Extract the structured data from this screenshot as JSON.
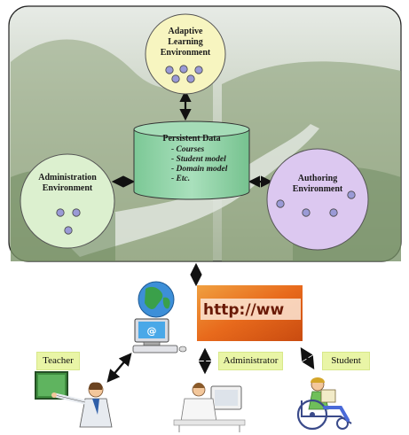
{
  "diagram": {
    "adaptive": {
      "lines": [
        "Adaptive",
        "Learning",
        "Environment"
      ]
    },
    "persistent": {
      "title": "Persistent Data",
      "items": [
        "- Courses",
        "- Student model",
        "- Domain model",
        "- Etc."
      ]
    },
    "administration": {
      "lines": [
        "Administration",
        "Environment"
      ]
    },
    "authoring": {
      "lines": [
        "Authoring",
        "Environment"
      ]
    },
    "url_text": "http://ww",
    "roles": {
      "teacher": "Teacher",
      "administrator": "Administrator",
      "student": "Student"
    },
    "colors": {
      "adaptive_fill": "#f7f5c0",
      "database_fill": "#8fd4a8",
      "admin_fill": "#dcf0cf",
      "authoring_fill": "#dcc8f0",
      "role_label_bg": "#e9f5a6",
      "dot_fill": "#9a9ad6",
      "url_bg": "#e8681e"
    }
  }
}
